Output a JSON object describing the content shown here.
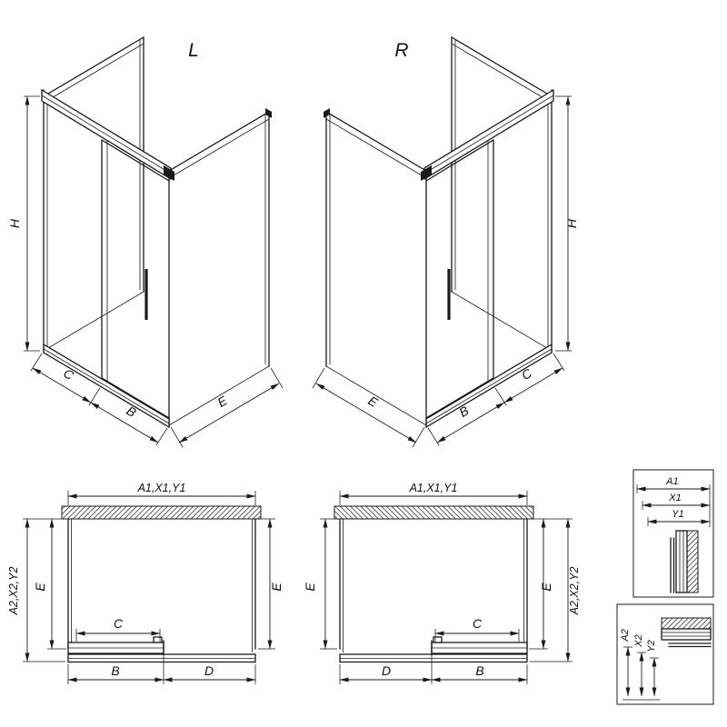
{
  "drawing": {
    "variants": {
      "left": "L",
      "right": "R"
    },
    "iso": {
      "height": "H",
      "fixed_front": "C",
      "door": "B",
      "side_panel": "E"
    },
    "plan": {
      "overall_width": "A1,X1,Y1",
      "overall_depth": "A2,X2,Y2",
      "side_panel": "E",
      "opening": "C",
      "door": "B",
      "fixed_panel": "D"
    },
    "detail_wall": {
      "labels": [
        "A1",
        "X1",
        "Y1"
      ]
    },
    "detail_floor": {
      "labels": [
        "A2",
        "X2",
        "Y2"
      ]
    }
  },
  "colors": {
    "line": "#1a1a1a",
    "background": "#ffffff"
  }
}
